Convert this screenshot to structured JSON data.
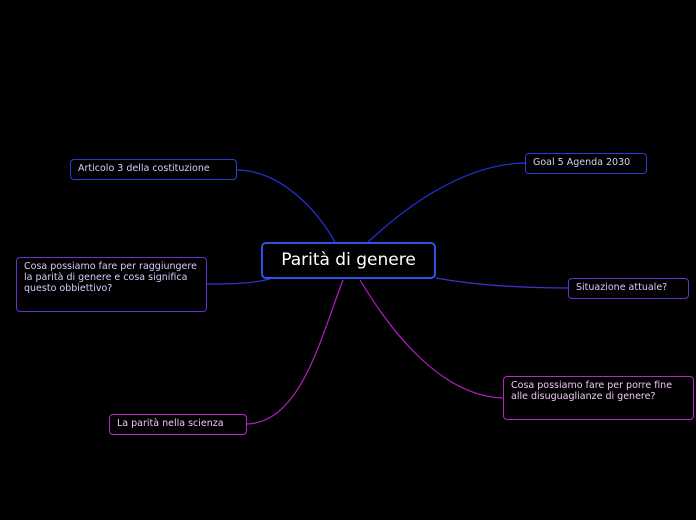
{
  "root": {
    "label": "Parità di genere"
  },
  "topics": {
    "articolo": "Articolo 3 della costituzione",
    "goal": "Goal 5 Agenda 2030",
    "cosa_fare": "Cosa possiamo fare per raggiungere la parità di genere e cosa significa questo obbiettivo?",
    "situazione": "Situazione attuale?",
    "disuguaglianze": "Cosa possiamo fare per porre fine alle disuguaglianze di genere?",
    "scienza": "La parità nella scienza"
  },
  "colors": {
    "background": "#000000",
    "blue": "#2a3bd6",
    "purple": "#6a2fd0",
    "magenta": "#b629c4"
  }
}
